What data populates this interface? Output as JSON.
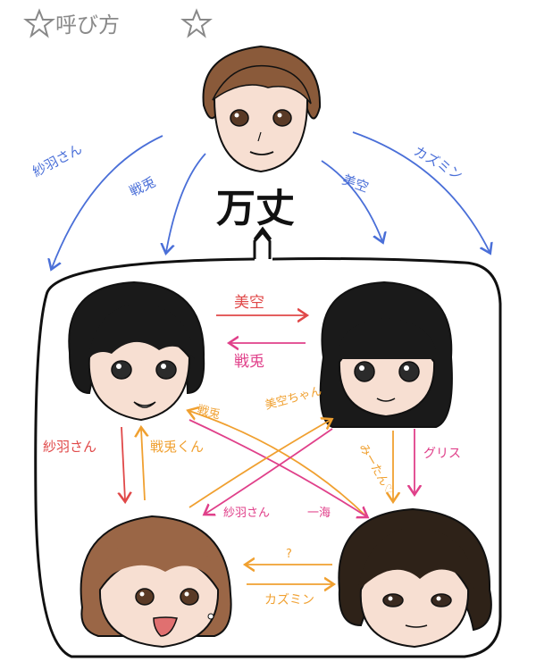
{
  "header": {
    "title": "呼び方"
  },
  "top_person": {
    "name": "万丈"
  },
  "labels": {
    "banjo_to_saha": "紗羽さん",
    "banjo_to_sento": "戦兎",
    "banjo_to_misora": "美空",
    "banjo_to_kazumin": "カズミン",
    "sento_to_misora": "美空",
    "misora_to_sento": "戦兎",
    "sento_to_saha": "紗羽さん",
    "saha_to_sento": "戦兎くん",
    "misora_to_gentoku": "グリス",
    "gentoku_to_misora": "みーたん♡",
    "kazumin_to_sento": "戦兎",
    "saha_to_misora": "美空ちゃん",
    "misora_to_saha": "紗羽さん",
    "sento_to_kazumin": "一海",
    "saha_to_kazumin": "?",
    "kazumin_to_saha": "カズミン"
  },
  "colors": {
    "blue": "#4a6fd8",
    "red": "#e04848",
    "orange": "#f0a030",
    "pink": "#e0408a",
    "ink": "#111111",
    "skin": "#f7dfd2",
    "hair_brown": "#8a5a3a",
    "hair_black": "#1a1a1a",
    "hair_dark": "#2e2218"
  }
}
